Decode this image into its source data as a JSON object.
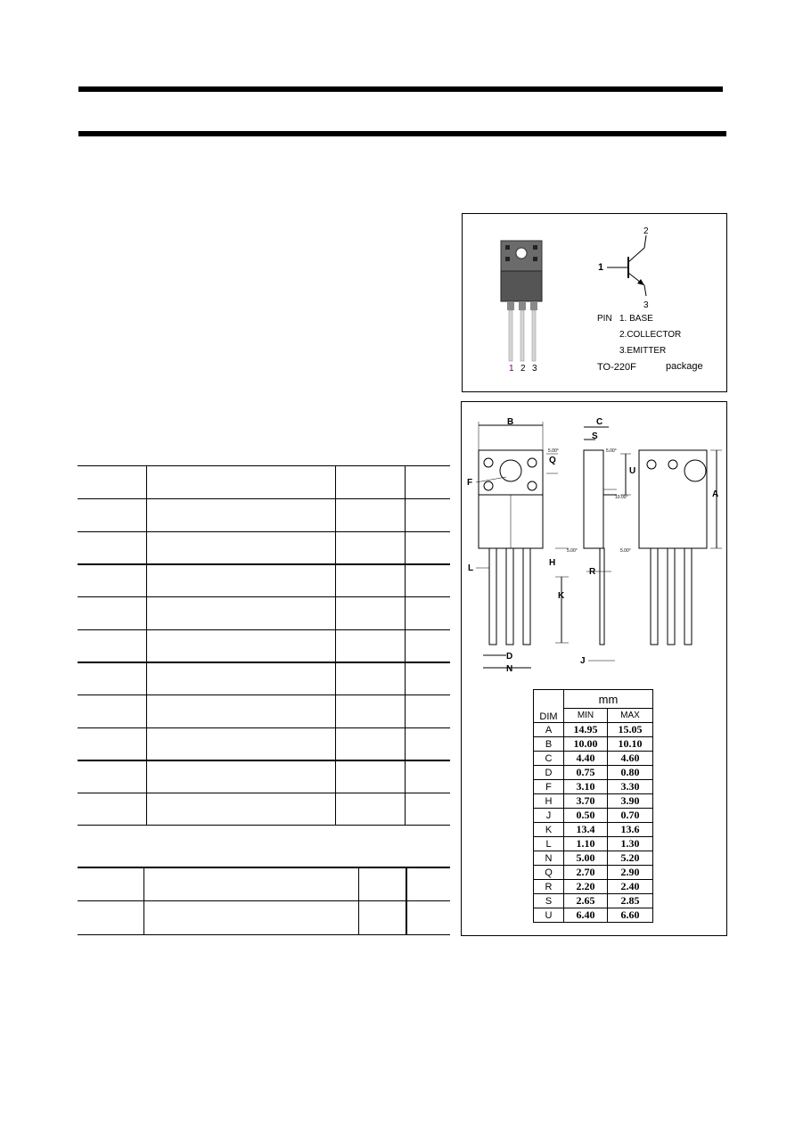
{
  "package_box": {
    "pin_numbers": [
      "1",
      "2",
      "3"
    ],
    "symbol_pins": {
      "base": "1",
      "collector": "2",
      "emitter": "3"
    },
    "pin_list": {
      "title": "PIN",
      "items": [
        "1. BASE",
        "2.COLLECTOR",
        "3.EMITTER"
      ]
    },
    "package_name": "TO-220F",
    "package_word": "package"
  },
  "outline": {
    "dim_letters": [
      "B",
      "C",
      "S",
      "Q",
      "F",
      "U",
      "A",
      "L",
      "H",
      "R",
      "K",
      "D",
      "N",
      "J"
    ],
    "angle_labels": [
      "5.00°",
      "5.00°",
      "10.00°",
      "5.00°",
      "5.00°"
    ]
  },
  "dim_table": {
    "unit": "mm",
    "headers": [
      "DIM",
      "MIN",
      "MAX"
    ],
    "rows": [
      {
        "dim": "A",
        "min": "14.95",
        "max": "15.05"
      },
      {
        "dim": "B",
        "min": "10.00",
        "max": "10.10"
      },
      {
        "dim": "C",
        "min": "4.40",
        "max": "4.60"
      },
      {
        "dim": "D",
        "min": "0.75",
        "max": "0.80"
      },
      {
        "dim": "F",
        "min": "3.10",
        "max": "3.30"
      },
      {
        "dim": "H",
        "min": "3.70",
        "max": "3.90"
      },
      {
        "dim": "J",
        "min": "0.50",
        "max": "0.70"
      },
      {
        "dim": "K",
        "min": "13.4",
        "max": "13.6"
      },
      {
        "dim": "L",
        "min": "1.10",
        "max": "1.30"
      },
      {
        "dim": "N",
        "min": "5.00",
        "max": "5.20"
      },
      {
        "dim": "Q",
        "min": "2.70",
        "max": "2.90"
      },
      {
        "dim": "R",
        "min": "2.20",
        "max": "2.40"
      },
      {
        "dim": "S",
        "min": "2.65",
        "max": "2.85"
      },
      {
        "dim": "U",
        "min": "6.40",
        "max": "6.60"
      }
    ]
  }
}
